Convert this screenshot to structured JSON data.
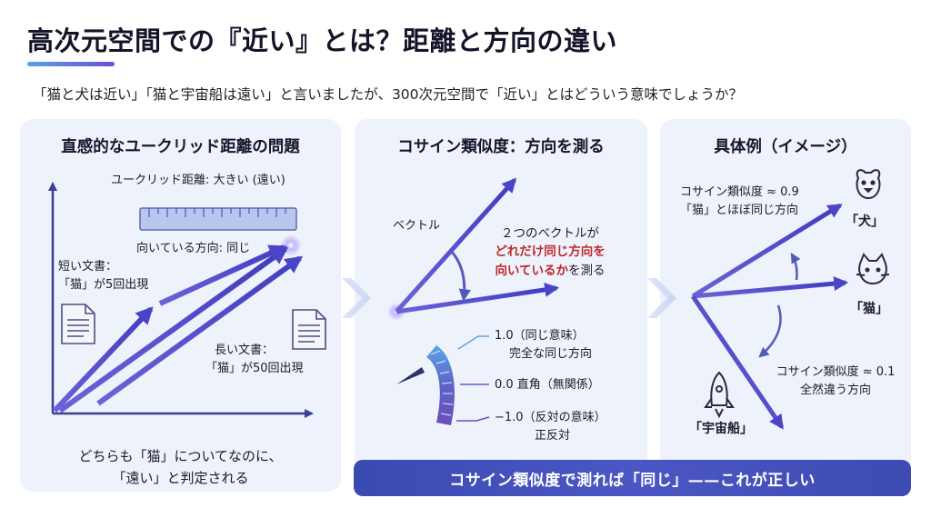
{
  "header": {
    "title": "高次元空間での『近い』とは？距離と方向の違い",
    "subtitle": "「猫と犬は近い」「猫と宇宙船は遠い」と言いましたが、300次元空間で「近い」とはどういう意味でしょうか？"
  },
  "panel_euclid": {
    "title": "直感的なユークリッド距離の問題",
    "distance_label": "ユークリッド距離: 大きい (遠い)",
    "direction_label": "向いている方向: 同じ",
    "short_doc_line1": "短い文書：",
    "short_doc_line2": "「猫」が5回出現",
    "long_doc_line1": "長い文書：",
    "long_doc_line2": "「猫」が50回出現",
    "footer_line1": "どちらも「猫」についてなのに、",
    "footer_line2": "「遠い」と判定される"
  },
  "panel_cosine": {
    "title": "コサイン類似度：方向を測る",
    "vector_label": "ベクトル",
    "desc_line1": "２つのベクトルが",
    "desc_line2_red": "どれだけ同じ方向を",
    "desc_line3_red": "向いているか",
    "desc_line3_rest": "を測る",
    "scale_top_value": "1.0（同じ意味）",
    "scale_top_desc": "完全な同じ方向",
    "scale_mid": "0.0 直角（無関係）",
    "scale_bottom_value": "−1.0（反対の意味）",
    "scale_bottom_desc": "正反対"
  },
  "panel_example": {
    "title": "具体例（イメージ）",
    "dog_sim_line1": "コサイン類似度 ≈ 0.9",
    "dog_sim_line2": "「猫」とほぼ同じ方向",
    "dog_label": "「犬」",
    "cat_label": "「猫」",
    "rocket_sim_line1": "コサイン類似度 ≈ 0.1",
    "rocket_sim_line2": "全然違う方向",
    "rocket_label": "「宇宙船」"
  },
  "banner": {
    "text": "コサイン類似度で測れば「同じ」——これが正しい"
  },
  "colors": {
    "arrow_main": "#4a45c8",
    "arrow_light": "#7b6fe0",
    "axis": "#3a3f9a",
    "accent_red": "#c0282d",
    "panel_bg": "#eef2fa",
    "banner_bg": "#4250bb"
  }
}
